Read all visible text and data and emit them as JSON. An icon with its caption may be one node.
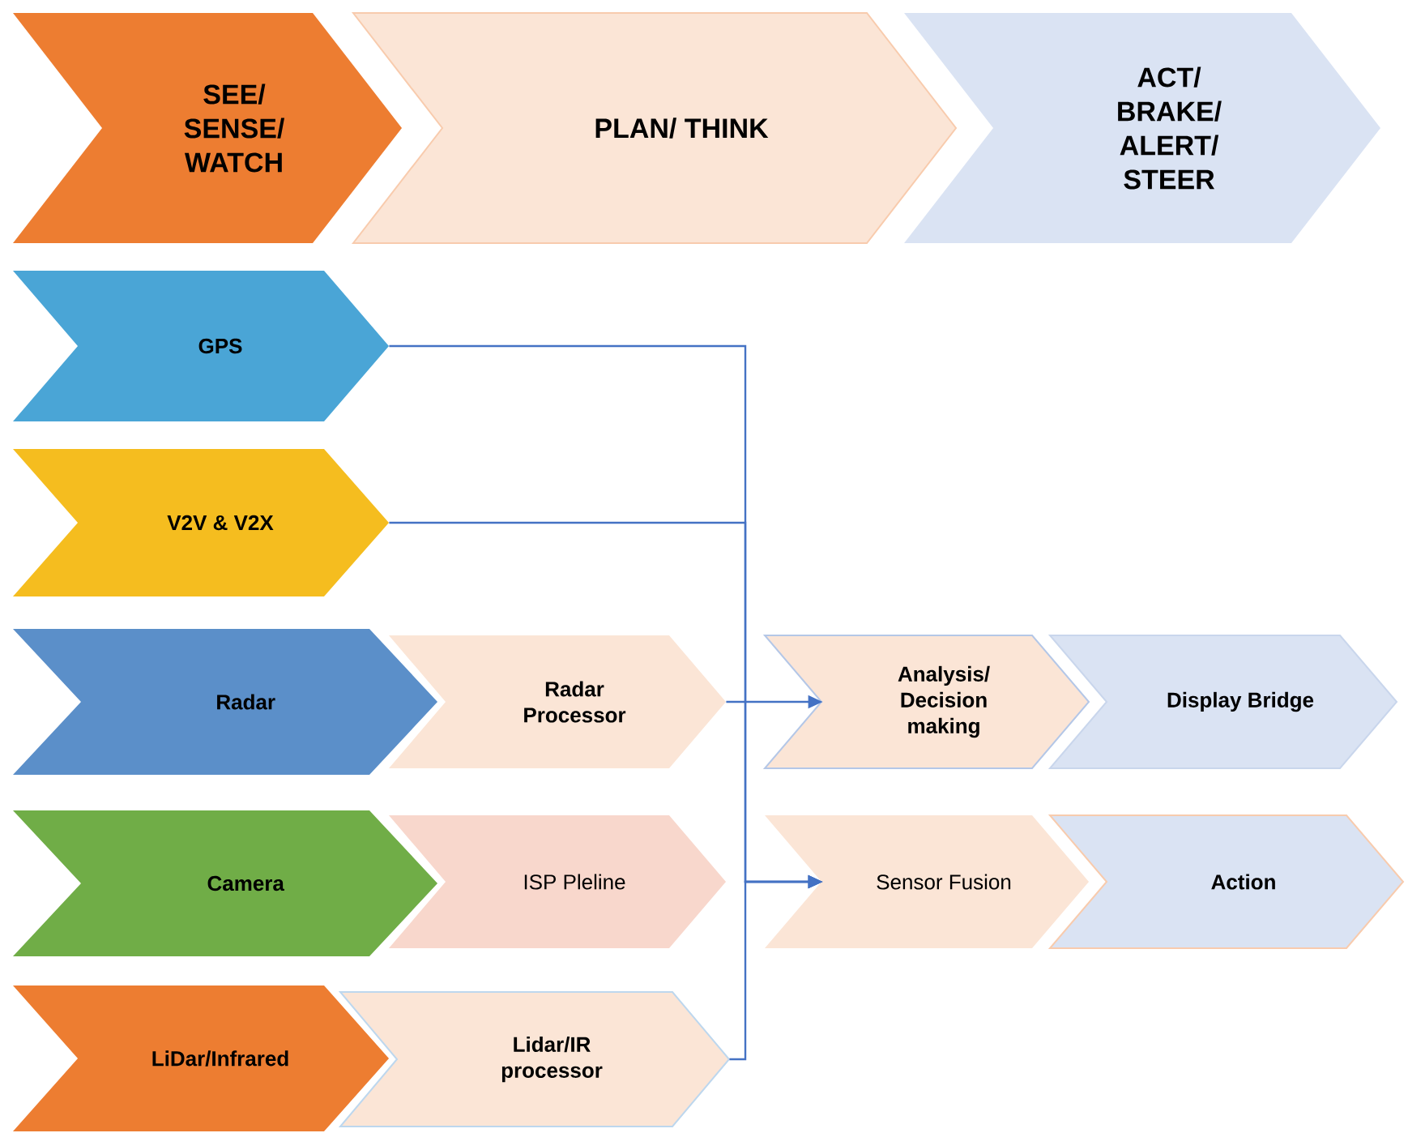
{
  "diagram": {
    "nodes": [
      {
        "text": [
          "SEE/ SENSE/ WATCH"
        ]
      },
      {
        "text": [
          "PLAN/ THINK"
        ]
      },
      {
        "text": [
          "ACT/ BRAKE/ ALERT/ STEER"
        ]
      },
      {
        "text": [
          "GPS"
        ]
      },
      {
        "text": [
          "V2V & V2X"
        ]
      },
      {
        "text": [
          "Radar"
        ]
      },
      {
        "text": [
          "Radar Processor"
        ]
      },
      {
        "text": [
          "Analysis/ Decision making"
        ]
      },
      {
        "text": [
          "Display Bridge"
        ]
      },
      {
        "text": [
          "Camera"
        ]
      },
      {
        "text": [
          "ISP Pleline"
        ]
      },
      {
        "text": [
          "Sensor Fusion"
        ]
      },
      {
        "text": [
          "Action"
        ]
      },
      {
        "text": [
          "LiDar/Infrared"
        ]
      },
      {
        "text": [
          "Lidar/IR processor"
        ]
      }
    ],
    "edges": [
      {
        "from": 3,
        "to": 11,
        "arrow": "to"
      },
      {
        "from": 4,
        "to": 11,
        "arrow": "to"
      },
      {
        "from": 14,
        "to": 11,
        "arrow": "to"
      },
      {
        "from": 6,
        "to": 7,
        "arrow": "to"
      }
    ]
  }
}
